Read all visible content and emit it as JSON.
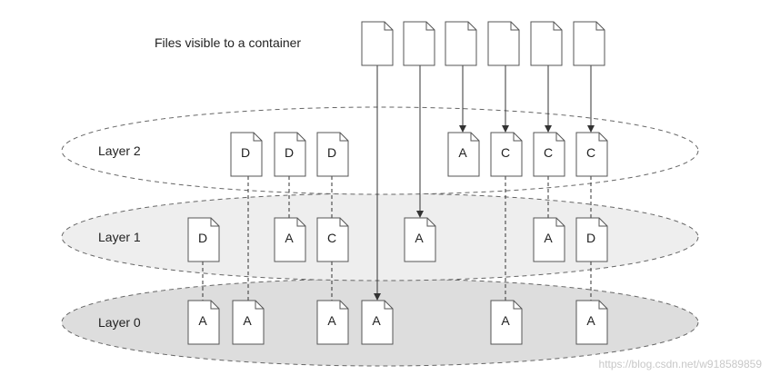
{
  "diagram": {
    "title": "Files visible to a container",
    "layers": [
      {
        "label": "Layer 2"
      },
      {
        "label": "Layer 1"
      },
      {
        "label": "Layer 0"
      }
    ],
    "files": {
      "layer2": [
        "D",
        "D",
        "D",
        "A",
        "C",
        "C",
        "C"
      ],
      "layer1": [
        "D",
        "A",
        "C",
        "A",
        "A",
        "D"
      ],
      "layer0": [
        "A",
        "A",
        "A",
        "A",
        "A",
        "A"
      ]
    }
  },
  "watermark": "https://blog.csdn.net/w918589859",
  "colors": {
    "layer2_fill": "#ffffff",
    "layer1_fill": "#eeeeee",
    "layer0_fill": "#dddddd",
    "stroke": "#555555"
  }
}
